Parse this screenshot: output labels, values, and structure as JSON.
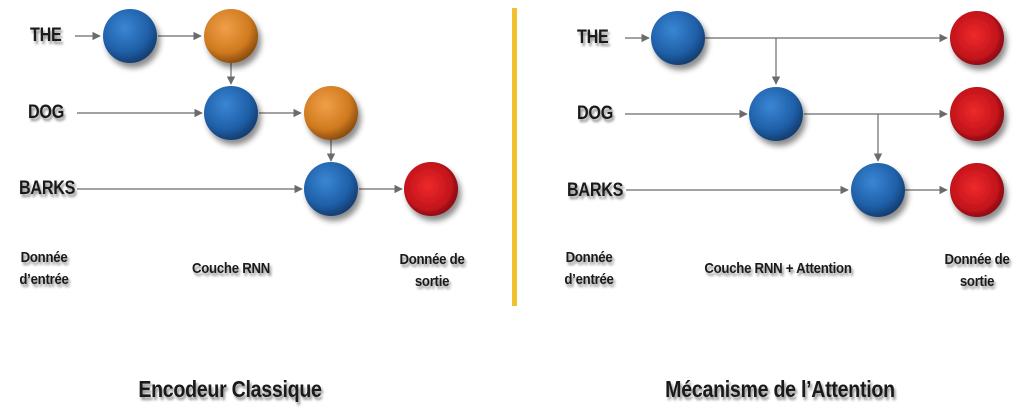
{
  "left_panel": {
    "words": [
      "THE",
      "DOG",
      "BARKS"
    ],
    "input_header": "Donnée\nd’entrée",
    "layer_header": "Couche RNN",
    "output_header": "Donnée de\nsortie",
    "title": "Encodeur Classique"
  },
  "right_panel": {
    "words": [
      "THE",
      "DOG",
      "BARKS"
    ],
    "input_header": "Donnée\nd’entrée",
    "layer_header": "Couche RNN + Attention",
    "output_header": "Donnée de\nsortie",
    "title": "Mécanisme de l’Attention"
  },
  "colors": {
    "encoder_node": "#1f5fa8",
    "hidden_node": "#d07a1e",
    "output_node": "#c4141c",
    "divider": "#f2c12e",
    "arrow": "#6b6b6b"
  }
}
